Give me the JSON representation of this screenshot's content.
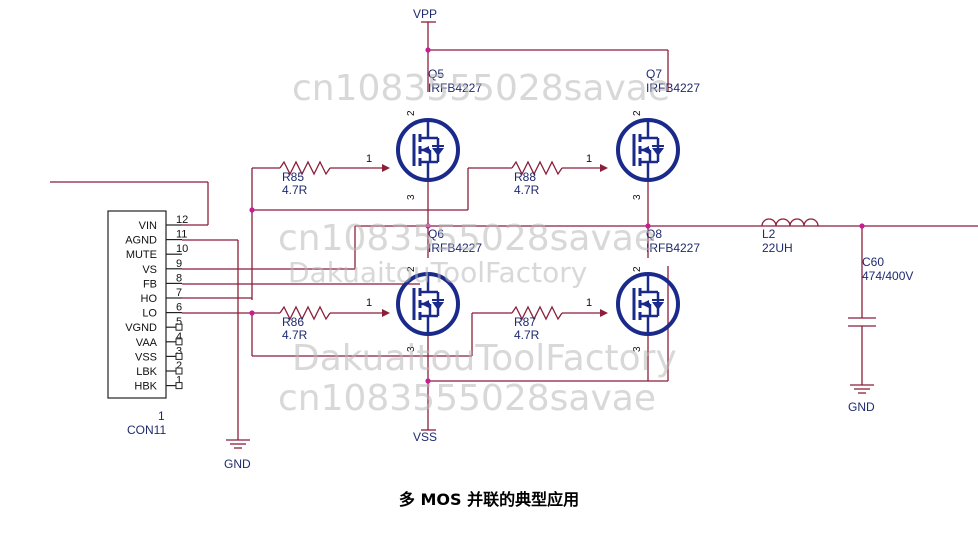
{
  "rails": {
    "vpp": "VPP",
    "vss": "VSS"
  },
  "connector": {
    "ref": "1",
    "name": "CON11",
    "pins": [
      {
        "label": "VIN",
        "num": "12"
      },
      {
        "label": "AGND",
        "num": "11"
      },
      {
        "label": "MUTE",
        "num": "10"
      },
      {
        "label": "VS",
        "num": "9"
      },
      {
        "label": "FB",
        "num": "8"
      },
      {
        "label": "HO",
        "num": "7"
      },
      {
        "label": "LO",
        "num": "6"
      },
      {
        "label": "VGND",
        "num": "5"
      },
      {
        "label": "VAA",
        "num": "4"
      },
      {
        "label": "VSS",
        "num": "3"
      },
      {
        "label": "LBK",
        "num": "2"
      },
      {
        "label": "HBK",
        "num": "1"
      }
    ]
  },
  "mosfets": [
    {
      "ref": "Q5",
      "part": "IRFB4227",
      "gate_pin": "1",
      "drain_pin": "2",
      "source_pin": "3"
    },
    {
      "ref": "Q7",
      "part": "IRFB4227",
      "gate_pin": "1",
      "drain_pin": "2",
      "source_pin": "3"
    },
    {
      "ref": "Q6",
      "part": "IRFB4227",
      "gate_pin": "1",
      "drain_pin": "2",
      "source_pin": "3"
    },
    {
      "ref": "Q8",
      "part": "IRFB4227",
      "gate_pin": "1",
      "drain_pin": "2",
      "source_pin": "3"
    }
  ],
  "resistors": [
    {
      "ref": "R85",
      "value": "4.7R"
    },
    {
      "ref": "R88",
      "value": "4.7R"
    },
    {
      "ref": "R86",
      "value": "4.7R"
    },
    {
      "ref": "R87",
      "value": "4.7R"
    }
  ],
  "inductor": {
    "ref": "L2",
    "value": "22UH"
  },
  "capacitor": {
    "ref": "C60",
    "value": "474/400V"
  },
  "grounds": {
    "connector_gnd": "GND",
    "cap_gnd": "GND"
  },
  "watermarks": [
    "cn1083555028savae",
    "cn1083555028savae",
    "DakuaitouToolFactory",
    "DakuaitouToolFactory",
    "cn1083555028savae"
  ],
  "caption": "多 MOS 并联的典型应用"
}
